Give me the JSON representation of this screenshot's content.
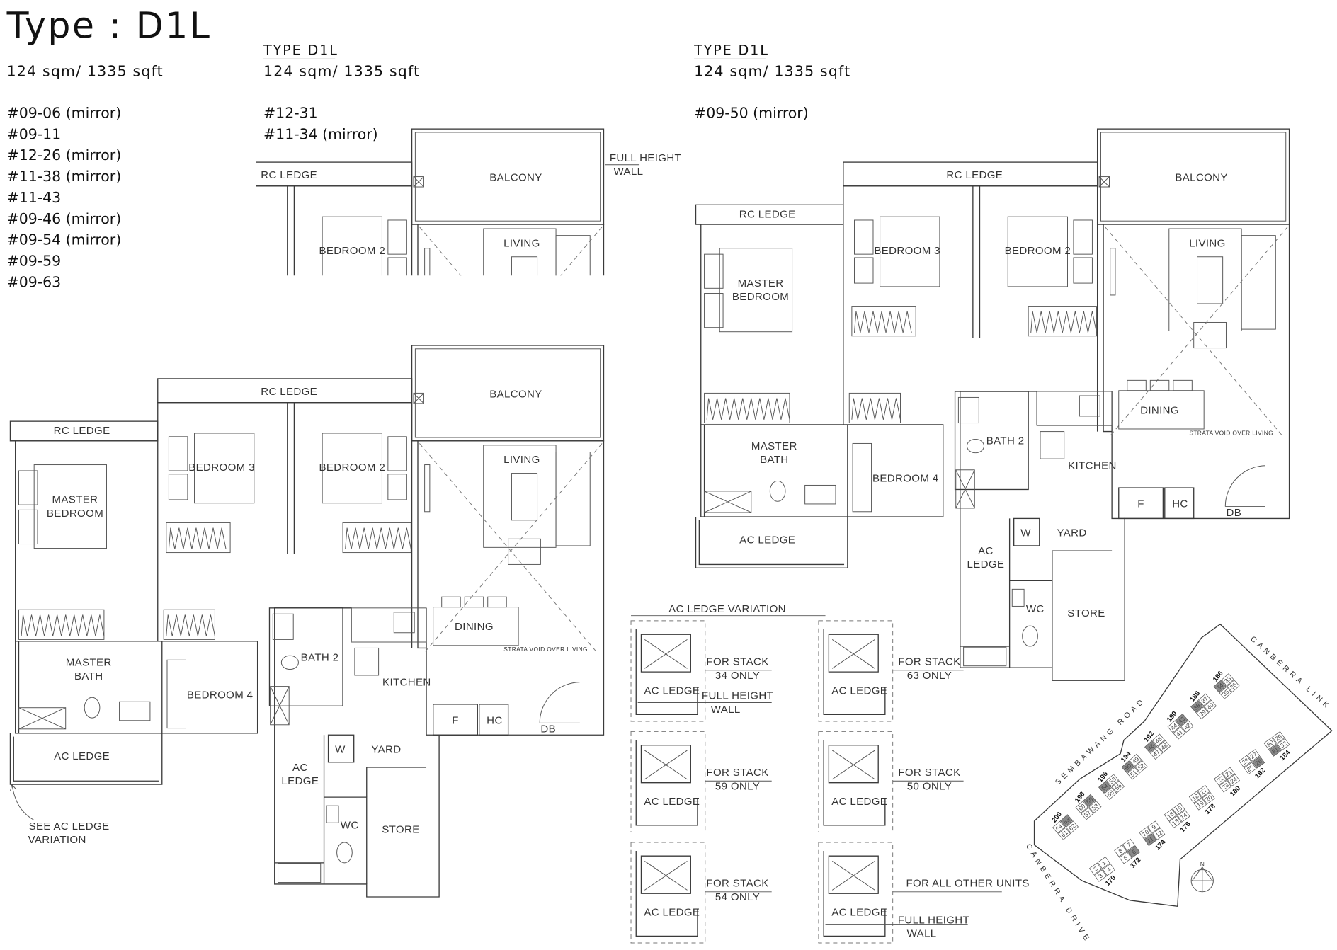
{
  "header": {
    "title": "Type : D1L",
    "area": "124 sqm/ 1335 sqft",
    "units": [
      "#09-06 (mirror)",
      "#09-11",
      "#12-26 (mirror)",
      "#11-38 (mirror)",
      "#11-43",
      "#09-46 (mirror)",
      "#09-54 (mirror)",
      "#09-59",
      "#09-63"
    ]
  },
  "plan_top": {
    "type": "TYPE D1L",
    "area": "124 sqm/ 1335 sqft",
    "units": [
      "#12-31",
      "#11-34 (mirror)"
    ],
    "full_height_wall": [
      "FULL HEIGHT",
      "WALL"
    ]
  },
  "plan_right": {
    "type": "TYPE D1L",
    "area": "124 sqm/ 1335 sqft",
    "units": [
      "#09-50 (mirror)"
    ]
  },
  "rooms": {
    "rc_ledge_left": "RC LEDGE",
    "rc_ledge_top": "RC LEDGE",
    "balcony": "BALCONY",
    "living": "LIVING",
    "master_bedroom": [
      "MASTER",
      "BEDROOM"
    ],
    "bedroom_3": "BEDROOM 3",
    "bedroom_2": "BEDROOM 2",
    "dining": "DINING",
    "strata_void": "STRATA VOID OVER LIVING",
    "bath_2": "BATH 2",
    "master_bath": [
      "MASTER",
      "BATH"
    ],
    "bedroom_4": "BEDROOM 4",
    "kitchen": "KITCHEN",
    "fridge": "F",
    "hc": "HC",
    "db": "DB",
    "ac_ledge": "AC LEDGE",
    "yard": "YARD",
    "w": "W",
    "ac_ledge_2": [
      "AC",
      "LEDGE"
    ],
    "wc": "WC",
    "store": "STORE"
  },
  "see_ac_ledge": [
    "SEE AC LEDGE",
    "VARIATION"
  ],
  "ac_variation": {
    "title": "AC LEDGE VARIATION",
    "ac_ledge_label": "AC LEDGE",
    "items": [
      {
        "lines": [
          "FOR STACK",
          "34 ONLY"
        ],
        "extra": [
          "FULL HEIGHT",
          "WALL"
        ]
      },
      {
        "lines": [
          "FOR STACK",
          "63 ONLY"
        ]
      },
      {
        "lines": [
          "FOR STACK",
          "59 ONLY"
        ]
      },
      {
        "lines": [
          "FOR STACK",
          "50 ONLY"
        ]
      },
      {
        "lines": [
          "FOR STACK",
          "54 ONLY"
        ]
      },
      {
        "lines": [
          "FOR ALL OTHER UNITS"
        ],
        "extra": [
          "FULL HEIGHT",
          "WALL"
        ]
      }
    ]
  },
  "site_plan": {
    "roads": {
      "sembawang": "SEMBAWANG ROAD",
      "canberra_link": "CANBERRA LINK",
      "canberra_drive": "CANBERRA DRIVE"
    },
    "north": "N",
    "highlight_color": "#8a8a8a",
    "highlighted_units": [
      63,
      59,
      54,
      50,
      46,
      43,
      38,
      34,
      6,
      11,
      26,
      31
    ],
    "upper_row": [
      {
        "block": "200",
        "units": [
          61,
          64,
          62,
          63
        ]
      },
      {
        "block": "198",
        "units": [
          57,
          60,
          58,
          59
        ]
      },
      {
        "block": "196",
        "units": [
          55,
          54,
          56,
          53
        ]
      },
      {
        "block": "194",
        "units": [
          51,
          50,
          52,
          49
        ]
      },
      {
        "block": "192",
        "units": [
          47,
          46,
          48,
          45
        ]
      },
      {
        "block": "190",
        "units": [
          41,
          44,
          42,
          43
        ]
      },
      {
        "block": "188",
        "units": [
          39,
          38,
          40,
          37
        ]
      },
      {
        "block": "186",
        "units": [
          35,
          34,
          36,
          33
        ]
      }
    ],
    "lower_row": [
      {
        "block": "170",
        "units": [
          3,
          2,
          4,
          1
        ]
      },
      {
        "block": "172",
        "units": [
          5,
          8,
          6,
          7
        ]
      },
      {
        "block": "174",
        "units": [
          11,
          10,
          12,
          9
        ]
      },
      {
        "block": "176",
        "units": [
          13,
          16,
          14,
          15
        ]
      },
      {
        "block": "178",
        "units": [
          19,
          18,
          20,
          17
        ]
      },
      {
        "block": "180",
        "units": [
          23,
          22,
          24,
          21
        ]
      },
      {
        "block": "182",
        "units": [
          25,
          28,
          26,
          27
        ]
      },
      {
        "block": "184",
        "units": [
          31,
          30,
          32,
          29
        ]
      }
    ]
  }
}
